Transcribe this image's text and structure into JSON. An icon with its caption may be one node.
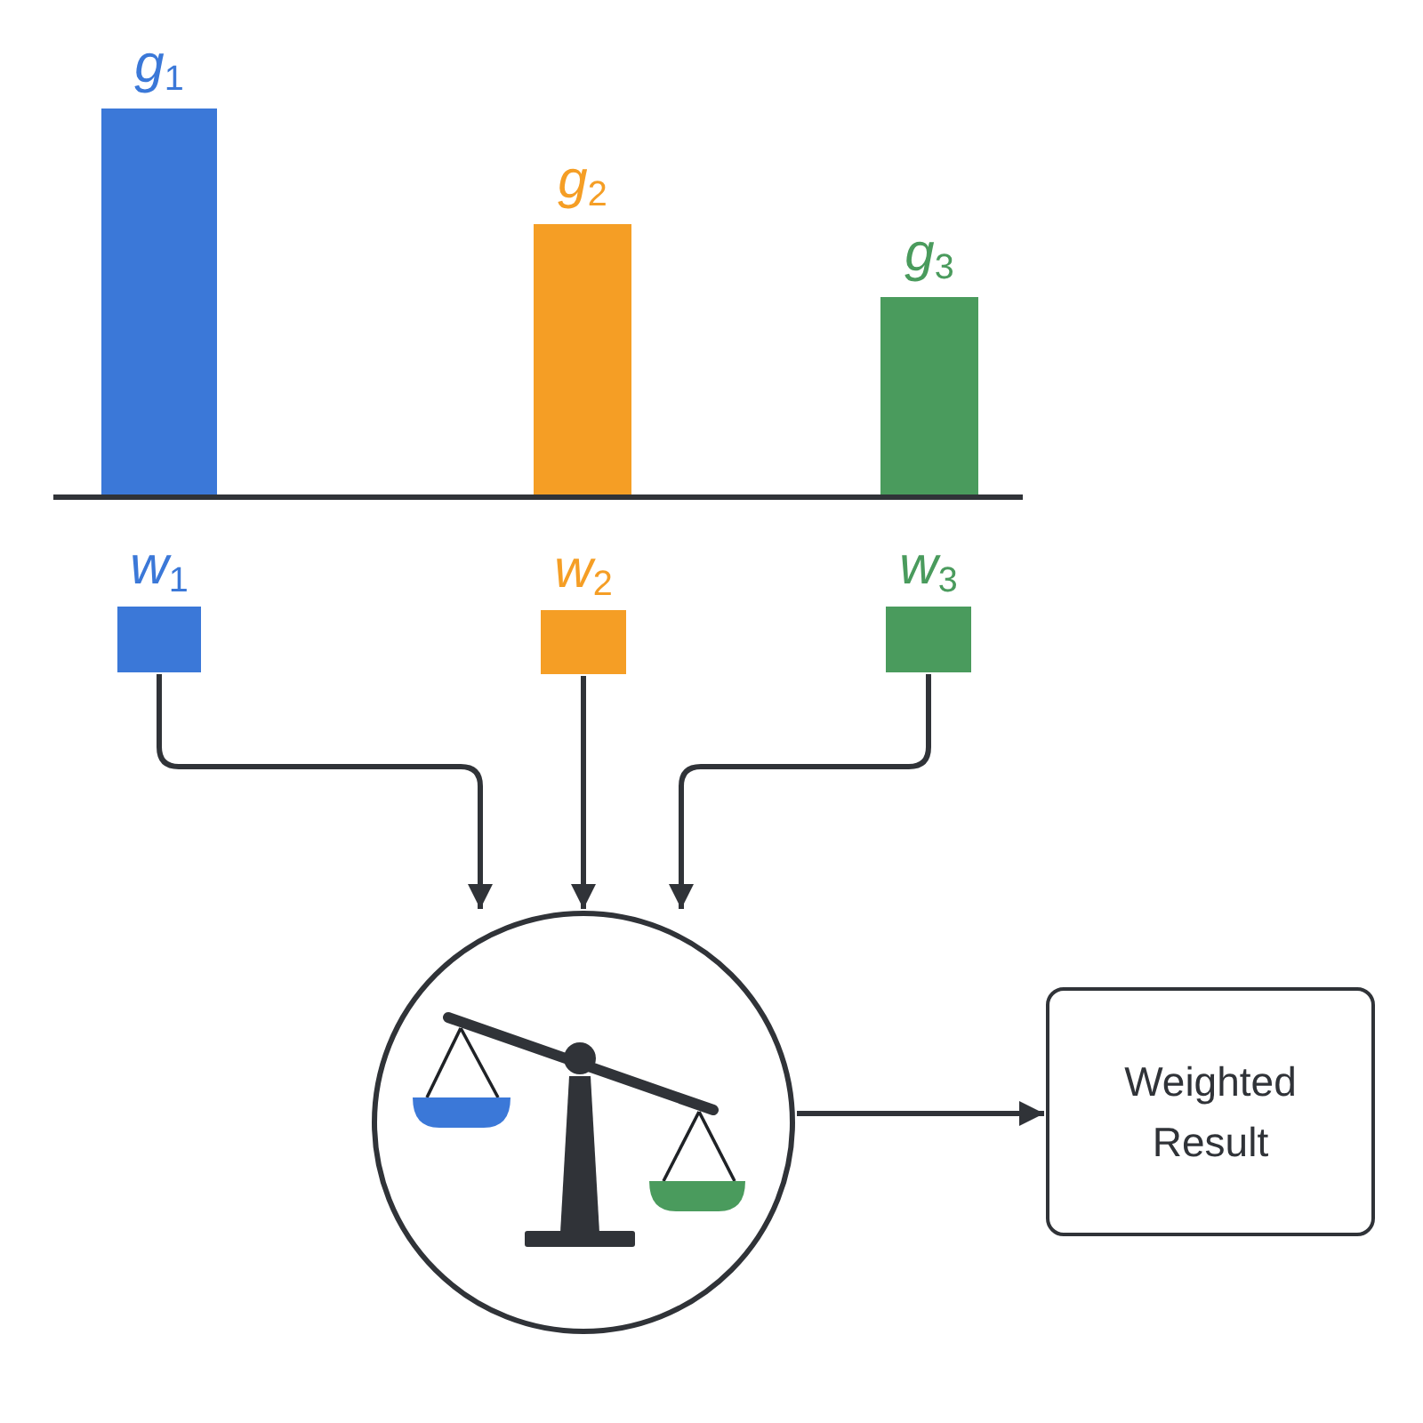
{
  "diagram": {
    "nodes": [
      {
        "text": [
          "g$_{1}$"
        ]
      },
      {
        "text": [
          "g$_{2}$"
        ]
      },
      {
        "text": [
          "g$_{3}$"
        ]
      },
      {
        "text": [
          "w$_{1}$"
        ]
      },
      {
        "text": [
          "w$_{2}$"
        ]
      },
      {
        "text": [
          "w$_{3}$"
        ]
      },
      {
        "text": [],
        "shape": "circle"
      },
      {
        "text": [
          "Weighted Result"
        ]
      }
    ],
    "edges": [
      {
        "from": 3,
        "to": 6,
        "arrow": "to"
      },
      {
        "from": 4,
        "to": 6,
        "arrow": "to"
      },
      {
        "from": 5,
        "to": 6,
        "arrow": "to"
      },
      {
        "from": 6,
        "to": 7,
        "arrow": "to"
      }
    ]
  }
}
